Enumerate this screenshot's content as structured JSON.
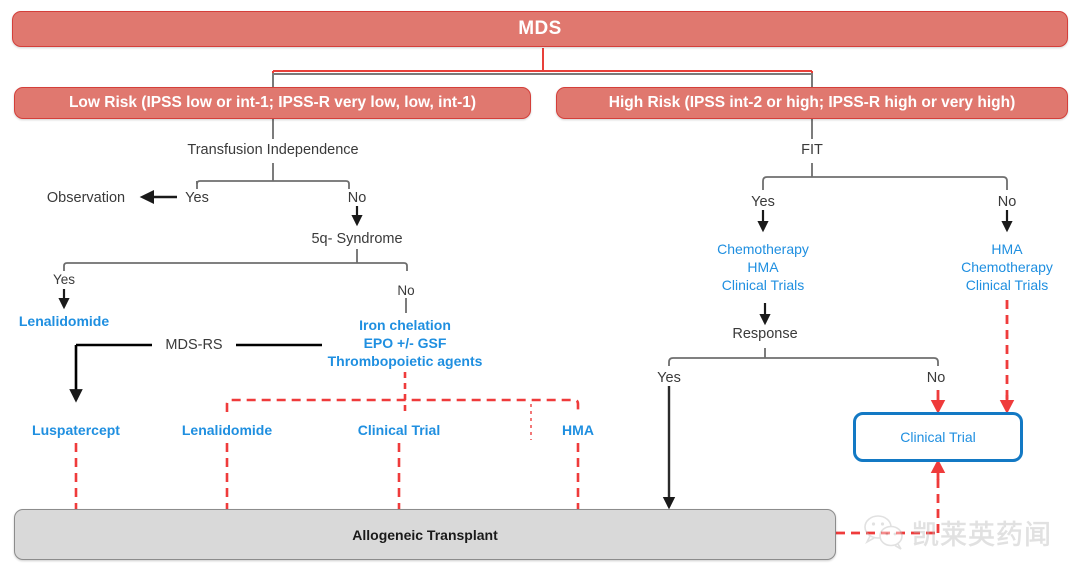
{
  "diagram": {
    "title": "MDS treatment algorithm flowchart",
    "root": {
      "label": "MDS"
    },
    "branches": {
      "low_risk": {
        "label": "Low Risk (IPSS low or int-1; IPSS-R very low, low, int-1)"
      },
      "high_risk": {
        "label": "High Risk (IPSS int-2 or high; IPSS-R high or very high)"
      }
    },
    "left": {
      "decision_1": "Transfusion Independence",
      "yes_1": "Yes",
      "no_1": "No",
      "observation": "Observation",
      "decision_2": "5q- Syndrome",
      "yes_2": "Yes",
      "no_2": "No",
      "lenalidomide_top": "Lenalidomide",
      "mds_rs": "MDS-RS",
      "no_branch_treatments": [
        "Iron chelation",
        "EPO +/- GSF",
        "Thrombopoietic agents"
      ],
      "treatment_row": [
        "Luspatercept",
        "Lenalidomide",
        "Clinical Trial",
        "HMA"
      ]
    },
    "right": {
      "decision_1": "FIT",
      "yes_1": "Yes",
      "no_1": "No",
      "fit_yes_treatments": [
        "Chemotherapy",
        "HMA",
        "Clinical Trials"
      ],
      "fit_no_treatments": [
        "HMA",
        "Chemotherapy",
        "Clinical Trials"
      ],
      "decision_2": "Response",
      "yes_2": "Yes",
      "no_2": "No",
      "clinical_trial_box": "Clinical Trial"
    },
    "footer": {
      "transplant": "Allogeneic Transplant"
    },
    "watermark": {
      "text": "凯莱英药闻",
      "logo": "wechat-icon"
    },
    "colors": {
      "banner_fill": "#e0786f",
      "banner_border": "#d43f3a",
      "treatment_blue": "#1f8fe0",
      "box_blue": "#1379c4",
      "dashed_red": "#ef3b3b",
      "transplant_fill": "#d9d9d9",
      "connector_gray": "#6e6e6e",
      "connector_black": "#1a1a1a"
    }
  }
}
